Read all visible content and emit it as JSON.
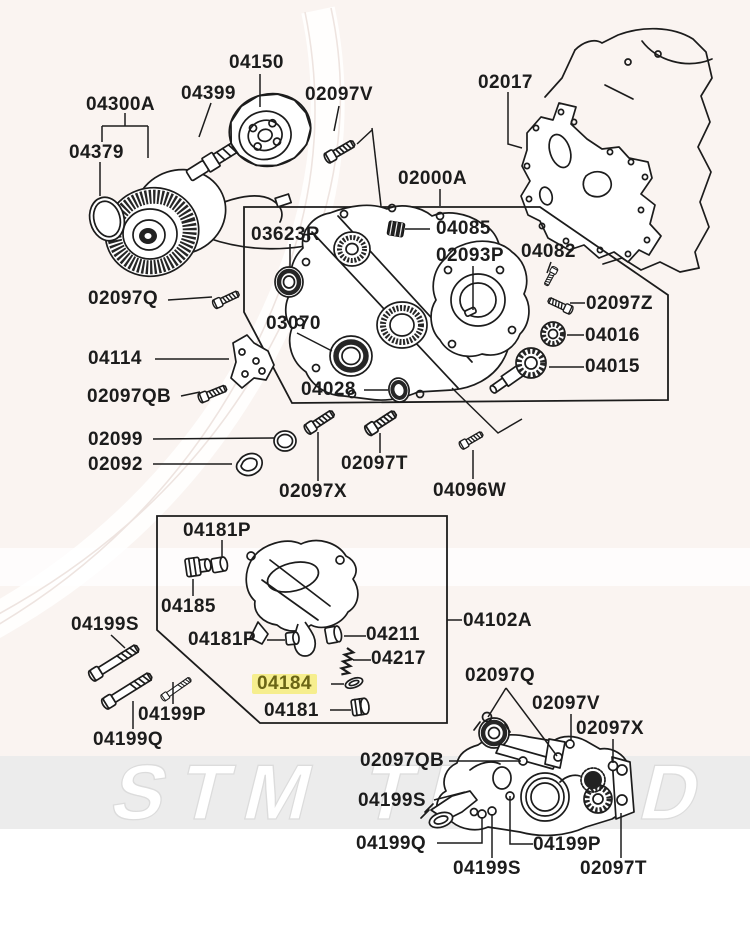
{
  "watermark": {
    "brand": "STM",
    "suffix": "TUNED"
  },
  "colors": {
    "highlight_bg": "#f6ee8e",
    "highlight_text": "#6a6516",
    "watermark_band": "#ececec",
    "line": "#1c1c1c",
    "background_tint": "#faf4f1"
  },
  "labels": [
    {
      "text": "04150"
    },
    {
      "text": "04399"
    },
    {
      "text": "02097V"
    },
    {
      "text": "04300A"
    },
    {
      "text": "02017"
    },
    {
      "text": "04379"
    },
    {
      "text": "02000A"
    },
    {
      "text": "03623R"
    },
    {
      "text": "04085"
    },
    {
      "text": "02093P"
    },
    {
      "text": "04082"
    },
    {
      "text": "02097Q"
    },
    {
      "text": "02097Z"
    },
    {
      "text": "03070"
    },
    {
      "text": "04016"
    },
    {
      "text": "04114"
    },
    {
      "text": "04015"
    },
    {
      "text": "04028"
    },
    {
      "text": "02097QB"
    },
    {
      "text": "02099"
    },
    {
      "text": "02092"
    },
    {
      "text": "02097T"
    },
    {
      "text": "02097X"
    },
    {
      "text": "04096W"
    },
    {
      "text": "04181P"
    },
    {
      "text": "04185"
    },
    {
      "text": "04181P"
    },
    {
      "text": "04211"
    },
    {
      "text": "04102A"
    },
    {
      "text": "04217"
    },
    {
      "text": "04184"
    },
    {
      "text": "04181"
    },
    {
      "text": "04199S"
    },
    {
      "text": "04199P"
    },
    {
      "text": "04199Q"
    },
    {
      "text": "02097Q"
    },
    {
      "text": "02097V"
    },
    {
      "text": "02097X"
    },
    {
      "text": "02097QB"
    },
    {
      "text": "04199S"
    },
    {
      "text": "04199Q"
    },
    {
      "text": "04199S"
    },
    {
      "text": "04199P"
    },
    {
      "text": "02097T"
    }
  ]
}
